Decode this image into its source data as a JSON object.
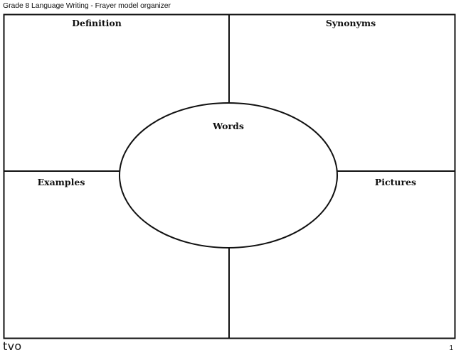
{
  "document": {
    "header_title": "Grade 8 Language Writing - Frayer model organizer",
    "page_number": "1"
  },
  "organizer": {
    "top_left_label": "Definition",
    "top_right_label": "Synonyms",
    "bottom_left_label": "Examples",
    "bottom_right_label": "Pictures",
    "center_label": "Words"
  },
  "footer": {
    "brand_logo_text": "tvo"
  },
  "colors": {
    "line": "#111111",
    "background": "#ffffff"
  }
}
